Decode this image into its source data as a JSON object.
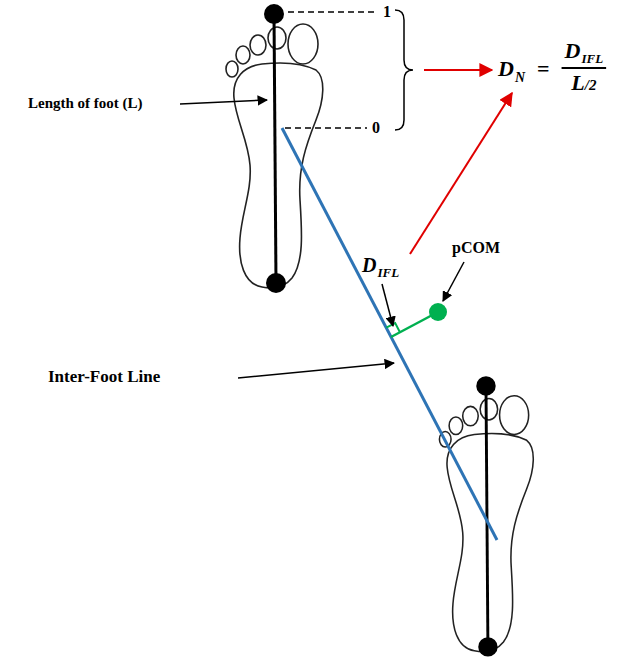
{
  "diagram": {
    "labels": [
      "1",
      "0",
      "Length of foot (L)",
      "D",
      "N",
      "=",
      "D",
      "IFL",
      "L",
      "/2",
      "D",
      "IFL",
      "pCOM",
      "Inter-Foot Line"
    ]
  }
}
